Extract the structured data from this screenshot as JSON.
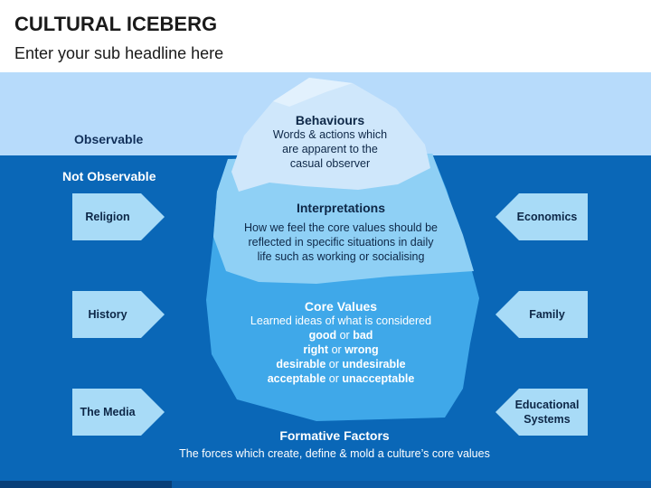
{
  "header": {
    "title": "CULTURAL ICEBERG",
    "subtitle": "Enter your sub headline here"
  },
  "zones": {
    "observable": "Observable",
    "not_observable": "Not Observable"
  },
  "iceberg": {
    "behaviours": {
      "title": "Behaviours",
      "lines": [
        "Words & actions which",
        "are apparent to the",
        "casual observer"
      ]
    },
    "interpretations": {
      "title": "Interpretations",
      "lines": [
        "How we feel the core values should be",
        "reflected in specific situations in daily",
        "life such as working or socialising"
      ]
    },
    "core_values": {
      "title": "Core Values",
      "intro": "Learned ideas of what is considered",
      "pairs": [
        {
          "a": "good",
          "or": "or",
          "b": "bad"
        },
        {
          "a": "right",
          "or": "or",
          "b": "wrong"
        },
        {
          "a": "desirable",
          "or": "or",
          "b": "undesirable"
        },
        {
          "a": "acceptable",
          "or": "or",
          "b": "unacceptable"
        }
      ]
    }
  },
  "left_factors": [
    "Religion",
    "History",
    "The Media"
  ],
  "right_factors": [
    "Economics",
    "Family",
    "Educational Systems"
  ],
  "formative": {
    "title": "Formative Factors",
    "description": "The forces which create, define & mold a culture’s core values"
  },
  "colors": {
    "sky": "#b7dbfb",
    "sea": "#0a67b7",
    "ice_light": "#cfe7fb",
    "ice_mid": "#8fd0f5",
    "ice_deep": "#3fa8e9",
    "arrow": "#a8dbf7"
  }
}
